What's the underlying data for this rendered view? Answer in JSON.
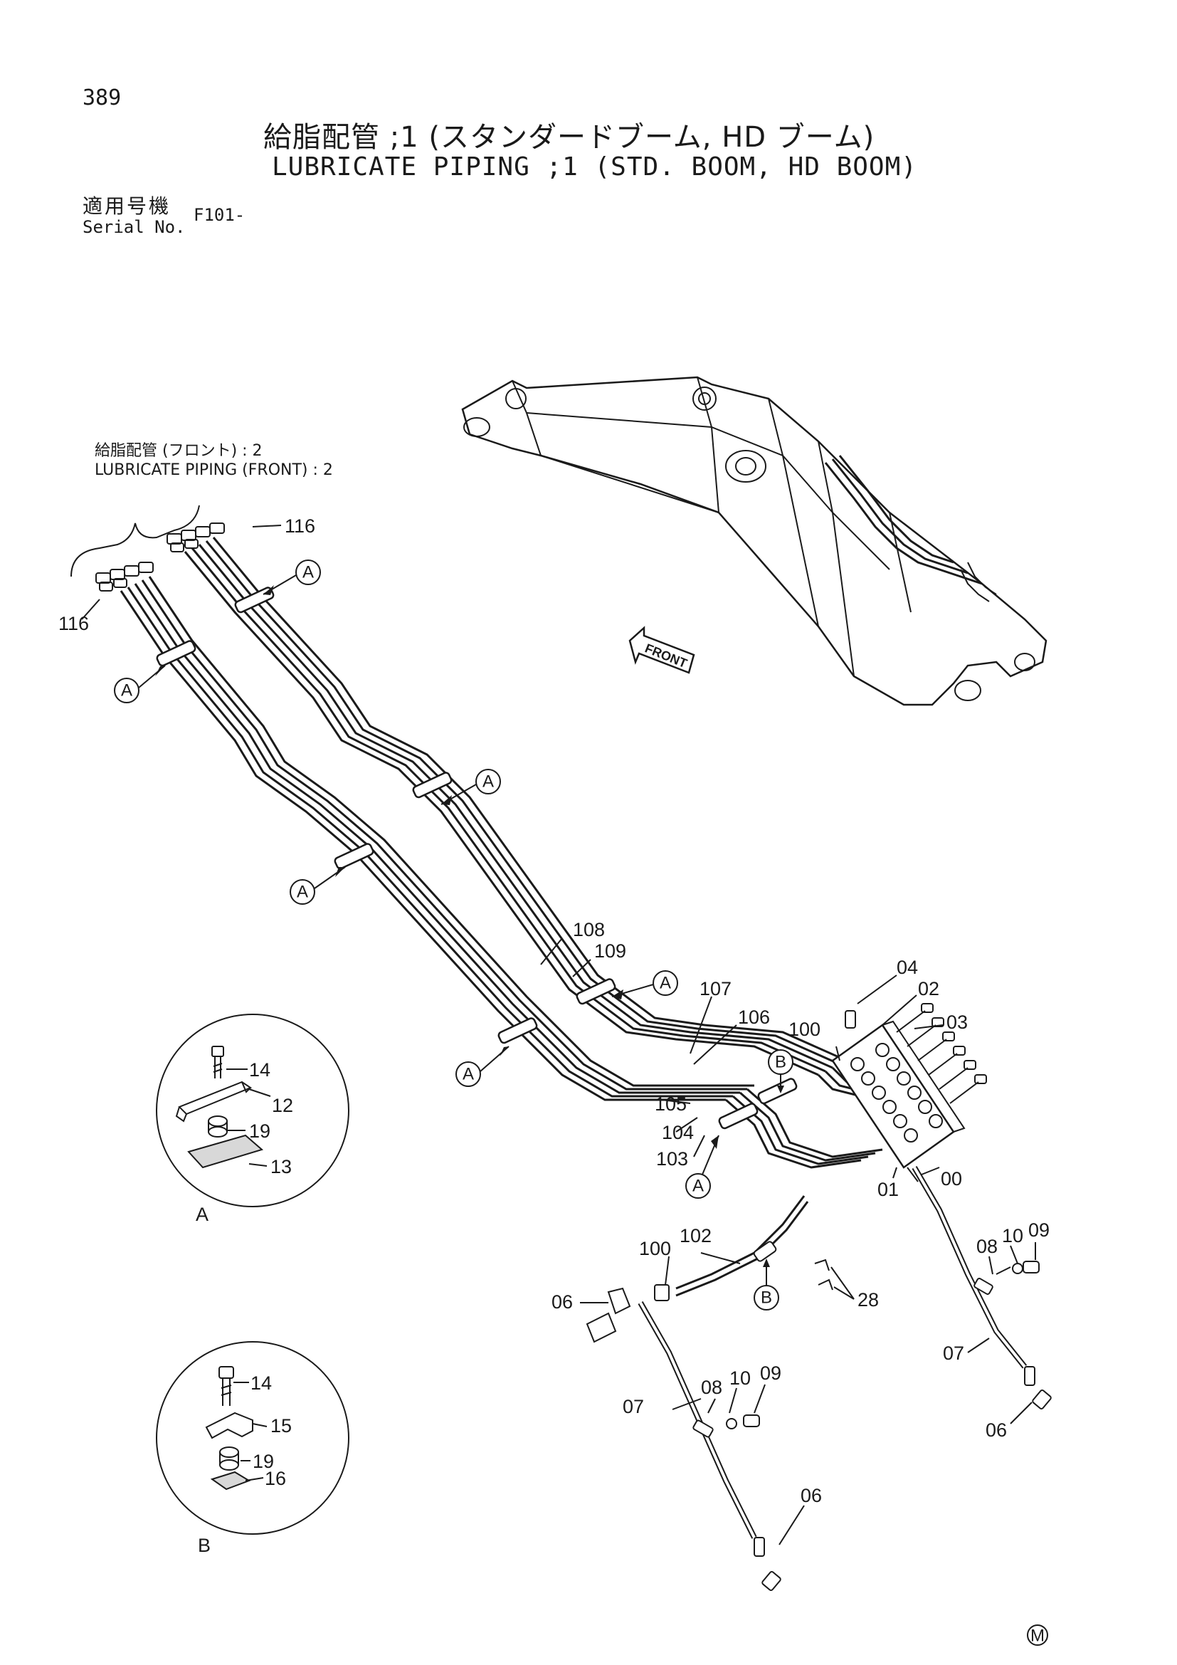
{
  "header": {
    "page_number": "389",
    "title_jp": "給脂配管 ;1 (スタンダードブーム, HD ブーム)",
    "title_en": "LUBRICATE PIPING ;1 (STD. BOOM, HD BOOM)",
    "serial_label_jp": "適用号機",
    "serial_label_en": "Serial No.",
    "serial_value": "F101-"
  },
  "front_ref": {
    "label_jp": "給脂配管 (フロント) : 2",
    "label_en": "LUBRICATE PIPING (FRONT) : 2"
  },
  "arrow_label": "FRONT",
  "callouts": {
    "a": "A",
    "b": "B"
  },
  "parts": {
    "p116": "116",
    "p108": "108",
    "p109": "109",
    "p107": "107",
    "p106": "106",
    "p105": "105",
    "p104": "104",
    "p103": "103",
    "p100": "100",
    "p102": "102",
    "p04": "04",
    "p02": "02",
    "p03": "03",
    "p00": "00",
    "p01": "01",
    "p08": "08",
    "p10": "10",
    "p09": "09",
    "p07": "07",
    "p06": "06",
    "p28": "28",
    "p14": "14",
    "p12": "12",
    "p19": "19",
    "p13": "13",
    "p15": "15",
    "p16": "16"
  },
  "footer_mark": "M"
}
